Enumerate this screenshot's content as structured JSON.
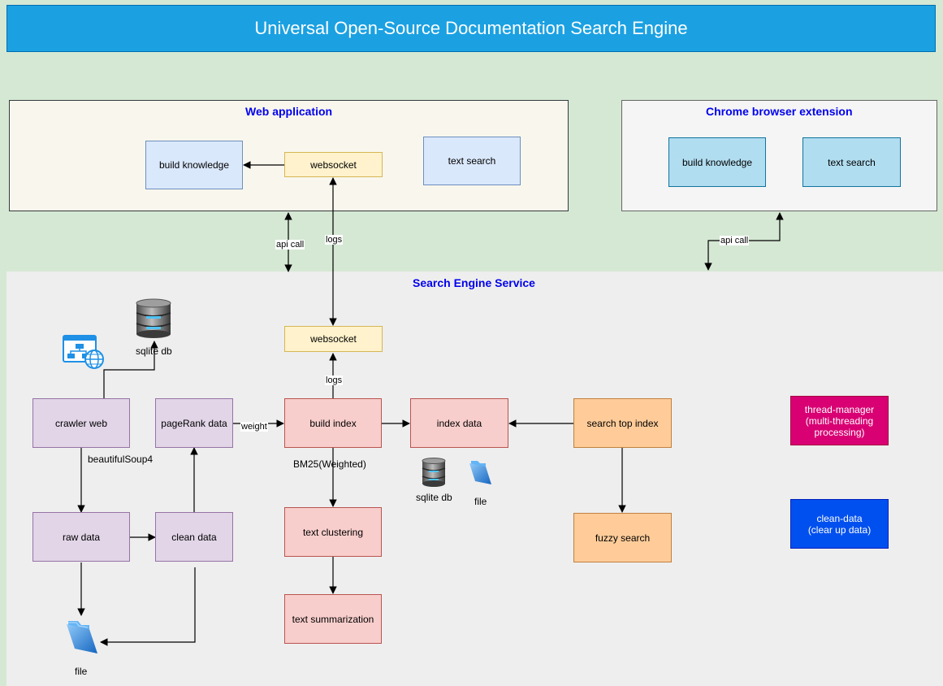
{
  "header": {
    "title": "Universal Open-Source Documentation Search Engine"
  },
  "web_app": {
    "title": "Web application",
    "build_knowledge": "build knowledge",
    "websocket": "websocket",
    "text_search": "text search"
  },
  "chrome_ext": {
    "title": "Chrome browser extension",
    "build_knowledge": "build knowledge",
    "text_search": "text search"
  },
  "edges": {
    "api_call_left": "api call",
    "logs_top": "logs",
    "api_call_right": "api call",
    "logs_mid": "logs",
    "weight": "weight",
    "beautifulsoup": "beautifulSoup4",
    "bm25": "BM25(Weighted)"
  },
  "service": {
    "title": "Search Engine Service",
    "sqlite_db_top": "sqlite db",
    "crawler_web": "crawler web",
    "pagerank_data": "pageRank data",
    "raw_data": "raw data",
    "clean_data": "clean data",
    "file_bottom": "file",
    "websocket": "websocket",
    "build_index": "build index",
    "index_data": "index data",
    "sqlite_db_index": "sqlite db",
    "file_index": "file",
    "text_clustering": "text clustering",
    "text_summarization": "text summarization",
    "search_top_index": "search top index",
    "fuzzy_search": "fuzzy search"
  },
  "legend": {
    "thread_manager": "thread-manager\n(multi-threading\nprocessing)",
    "clean_data_legend": "clean-data\n(clear up data)"
  },
  "colors": {
    "header": "#1ba1e2",
    "thread_manager": "#d80073",
    "clean_data_legend": "#0050ef",
    "service_bg": "#eeeeee"
  }
}
